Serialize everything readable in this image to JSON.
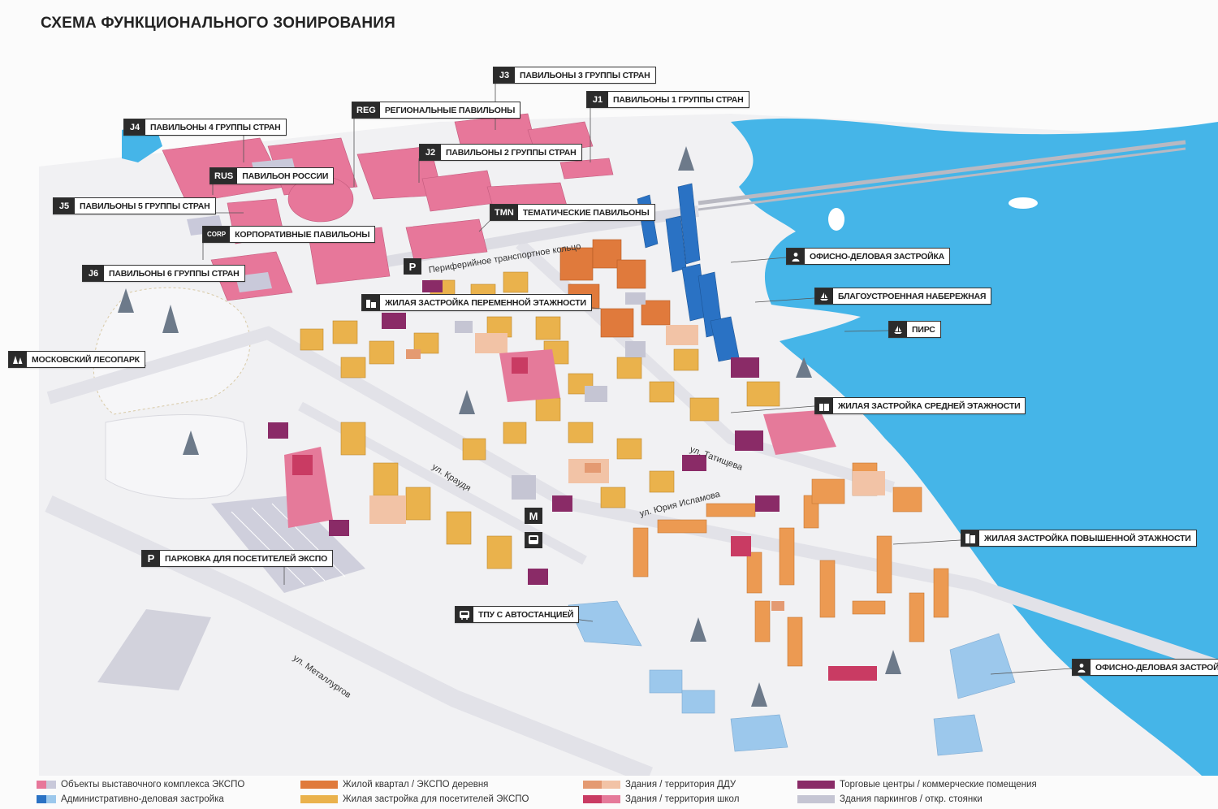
{
  "title": "СХЕМА ФУНКЦИОНАЛЬНОГО ЗОНИРОВАНИЯ",
  "colors": {
    "water": "#45b5e8",
    "expo_pink": "#e7779a",
    "expo_light": "#c9c9da",
    "admin_dark": "#2a72c4",
    "admin_light": "#9cc8ec",
    "residential_expo": "#e07a3c",
    "residential_visitors": "#eab24c",
    "kinder_dark": "#e49a72",
    "kinder_light": "#f2c3a6",
    "school_dark": "#c93b63",
    "school_light": "#e57a9a",
    "commercial": "#8a2b67",
    "parking": "#cfcfdc",
    "road": "#e6e6ea"
  },
  "callouts": [
    {
      "code": "J3",
      "label": "ПАВИЛЬОНЫ 3 ГРУППЫ СТРАН"
    },
    {
      "code": "J1",
      "label": "ПАВИЛЬОНЫ 1 ГРУППЫ СТРАН"
    },
    {
      "code": "REG",
      "label": "РЕГИОНАЛЬНЫЕ ПАВИЛЬОНЫ"
    },
    {
      "code": "J4",
      "label": "ПАВИЛЬОНЫ 4 ГРУППЫ СТРАН"
    },
    {
      "code": "J2",
      "label": "ПАВИЛЬОНЫ 2 ГРУППЫ СТРАН"
    },
    {
      "code": "RUS",
      "label": "ПАВИЛЬОН РОССИИ"
    },
    {
      "code": "J5",
      "label": "ПАВИЛЬОНЫ 5 ГРУППЫ СТРАН"
    },
    {
      "code": "TMN",
      "label": "ТЕМАТИЧЕСКИЕ ПАВИЛЬОНЫ"
    },
    {
      "code": "CORP",
      "label": "КОРПОРАТИВНЫЕ ПАВИЛЬОНЫ"
    },
    {
      "code": "J6",
      "label": "ПАВИЛЬОНЫ 6 ГРУППЫ СТРАН"
    }
  ],
  "zones": [
    {
      "icon": "office-person-icon",
      "label": "ОФИСНО-ДЕЛОВАЯ ЗАСТРОЙКА"
    },
    {
      "icon": "boat-icon",
      "label": "БЛАГОУСТРОЕННАЯ НАБЕРЕЖНАЯ"
    },
    {
      "icon": "boat-icon",
      "label": "ПИРС"
    },
    {
      "icon": "building-icon",
      "label": "ЖИЛАЯ ЗАСТРОЙКА ПЕРЕМЕННОЙ ЭТАЖНОСТИ"
    },
    {
      "icon": "tree-icon",
      "label": "МОСКОВСКИЙ ЛЕСОПАРК"
    },
    {
      "icon": "building-icon",
      "label": "ЖИЛАЯ ЗАСТРОЙКА СРЕДНЕЙ ЭТАЖНОСТИ"
    },
    {
      "icon": "building-icon",
      "label": "ЖИЛАЯ ЗАСТРОЙКА ПОВЫШЕННОЙ ЭТАЖНОСТИ"
    },
    {
      "icon": "parking-icon",
      "label": "ПАРКОВКА ДЛЯ ПОСЕТИТЕЛЕЙ ЭКСПО"
    },
    {
      "icon": "bus-icon",
      "label": "ТПУ С АВТОСТАНЦИЕЙ"
    },
    {
      "icon": "office-person-icon",
      "label": "ОФИСНО-ДЕЛОВАЯ ЗАСТРОЙКА"
    }
  ],
  "map_markers": [
    {
      "icon": "parking-icon",
      "text": "P"
    },
    {
      "icon": "metro-icon",
      "text": "M"
    },
    {
      "icon": "bus-icon",
      "text": ""
    }
  ],
  "streets": [
    "Периферийное транспортное кольцо",
    "ул. Татищева",
    "ул. Краудя",
    "ул. Юрия Исламова",
    "ул. Металлургов"
  ],
  "legend": [
    {
      "colors": [
        "#e7779a",
        "#c9c9da"
      ],
      "label": "Объекты выставочного комплекса ЭКСПО"
    },
    {
      "colors": [
        "#2a72c4",
        "#9cc8ec"
      ],
      "label": "Административно-деловая застройка"
    },
    {
      "colors": [
        "#e07a3c"
      ],
      "label": "Жилой квартал / ЭКСПО деревня"
    },
    {
      "colors": [
        "#eab24c"
      ],
      "label": "Жилая застройка для посетителей ЭКСПО"
    },
    {
      "colors": [
        "#e49a72",
        "#f2c3a6"
      ],
      "label": "Здания / территория ДДУ"
    },
    {
      "colors": [
        "#c93b63",
        "#e57a9a"
      ],
      "label": "Здания / территория школ"
    },
    {
      "colors": [
        "#8a2b67"
      ],
      "label": "Торговые центры / коммерческие помещения"
    },
    {
      "colors": [
        "#c5c5d3"
      ],
      "label": "Здания паркингов / откр. стоянки"
    }
  ]
}
